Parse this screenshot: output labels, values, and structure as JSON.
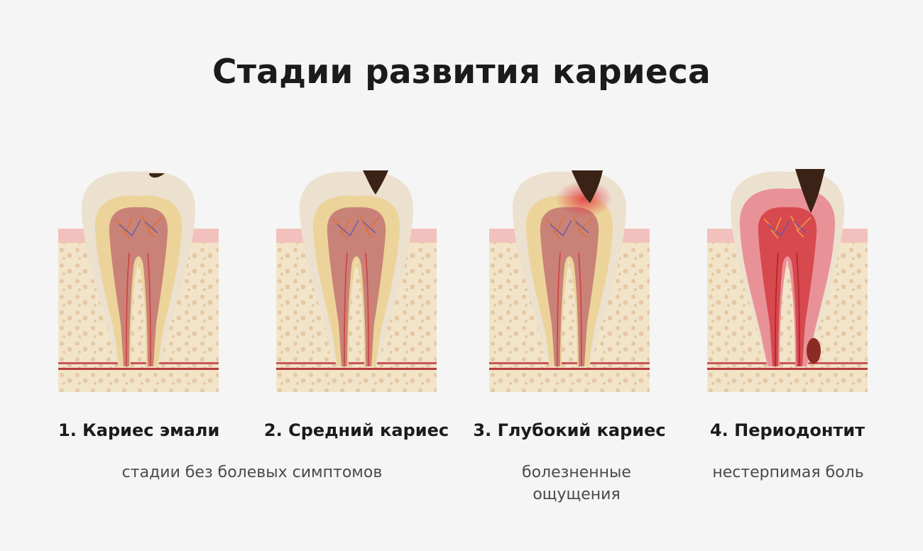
{
  "title": "Стадии развития кариеса",
  "stages": [
    {
      "label": "1. Кариес эмали"
    },
    {
      "label": "2. Средний кариес"
    },
    {
      "label": "3. Глубокий кариес"
    },
    {
      "label": "4. Периодонтит"
    }
  ],
  "notes": {
    "no_pain": "стадии без болевых симптомов",
    "painful_line1": "болезненные",
    "painful_line2": "ощущения",
    "severe": "нестерпимая боль"
  },
  "colors": {
    "enamel": "#f0efed",
    "dentin": "#ecd9a6",
    "pulp": "#c98278",
    "gum": "#f2c1bd",
    "bone": "#f2e4c8",
    "bone_dots": "#e5c8a4",
    "decay": "#3a2216",
    "inflammation": "#e2343d"
  }
}
